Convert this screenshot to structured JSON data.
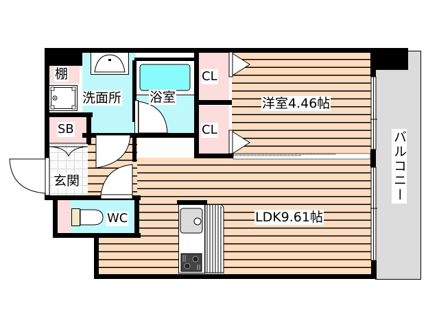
{
  "floor_plan": {
    "layout_type": "1LDK",
    "rooms": [
      {
        "id": "shelf",
        "label": "棚"
      },
      {
        "id": "washroom",
        "label": "洗面所"
      },
      {
        "id": "bathroom",
        "label": "浴室"
      },
      {
        "id": "closet_1",
        "label": "CL"
      },
      {
        "id": "closet_2",
        "label": "CL"
      },
      {
        "id": "western_room",
        "label": "洋室4.46帖"
      },
      {
        "id": "shoe_box",
        "label": "SB"
      },
      {
        "id": "entrance",
        "label": "玄関"
      },
      {
        "id": "toilet",
        "label": "WC"
      },
      {
        "id": "ldk",
        "label": "LDK9.61帖"
      },
      {
        "id": "balcony",
        "label": "バルコニー"
      }
    ],
    "colors": {
      "wall": "#000000",
      "wood_floor": "#fddcbf",
      "wet_area": "#bff8fb",
      "storage": "#fcdcdc",
      "balcony": "#dcdcdc",
      "bathtub": "#88fcfc"
    },
    "fixtures": [
      "washbasin",
      "washing-machine-pan",
      "bathtub",
      "toilet",
      "kitchen-sink",
      "gas-stove",
      "kitchen-counter"
    ]
  }
}
